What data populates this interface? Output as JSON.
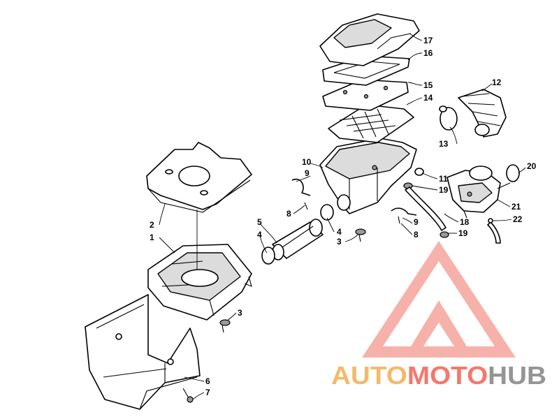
{
  "diagram": {
    "callouts": {
      "c1": "1",
      "c2": "2",
      "c3a": "3",
      "c3b": "3",
      "c4a": "4",
      "c4b": "4",
      "c5": "5",
      "c6": "6",
      "c7": "7",
      "c8a": "8",
      "c8b": "8",
      "c9a": "9",
      "c9b": "9",
      "c10": "10",
      "c11": "11",
      "c12": "12",
      "c13": "13",
      "c14": "14",
      "c15": "15",
      "c16": "16",
      "c17": "17",
      "c18": "18",
      "c19a": "19",
      "c19b": "19",
      "c20": "20",
      "c21": "21",
      "c22": "22"
    }
  },
  "watermark": {
    "brand_part1": "AUTO",
    "brand_part2": "MOTO",
    "brand_part3": "HUB",
    "colors": {
      "gold": "#f2b35a",
      "red": "#f26a5e",
      "gray": "#8a8a8a",
      "triangle": "#f5a59c"
    }
  }
}
